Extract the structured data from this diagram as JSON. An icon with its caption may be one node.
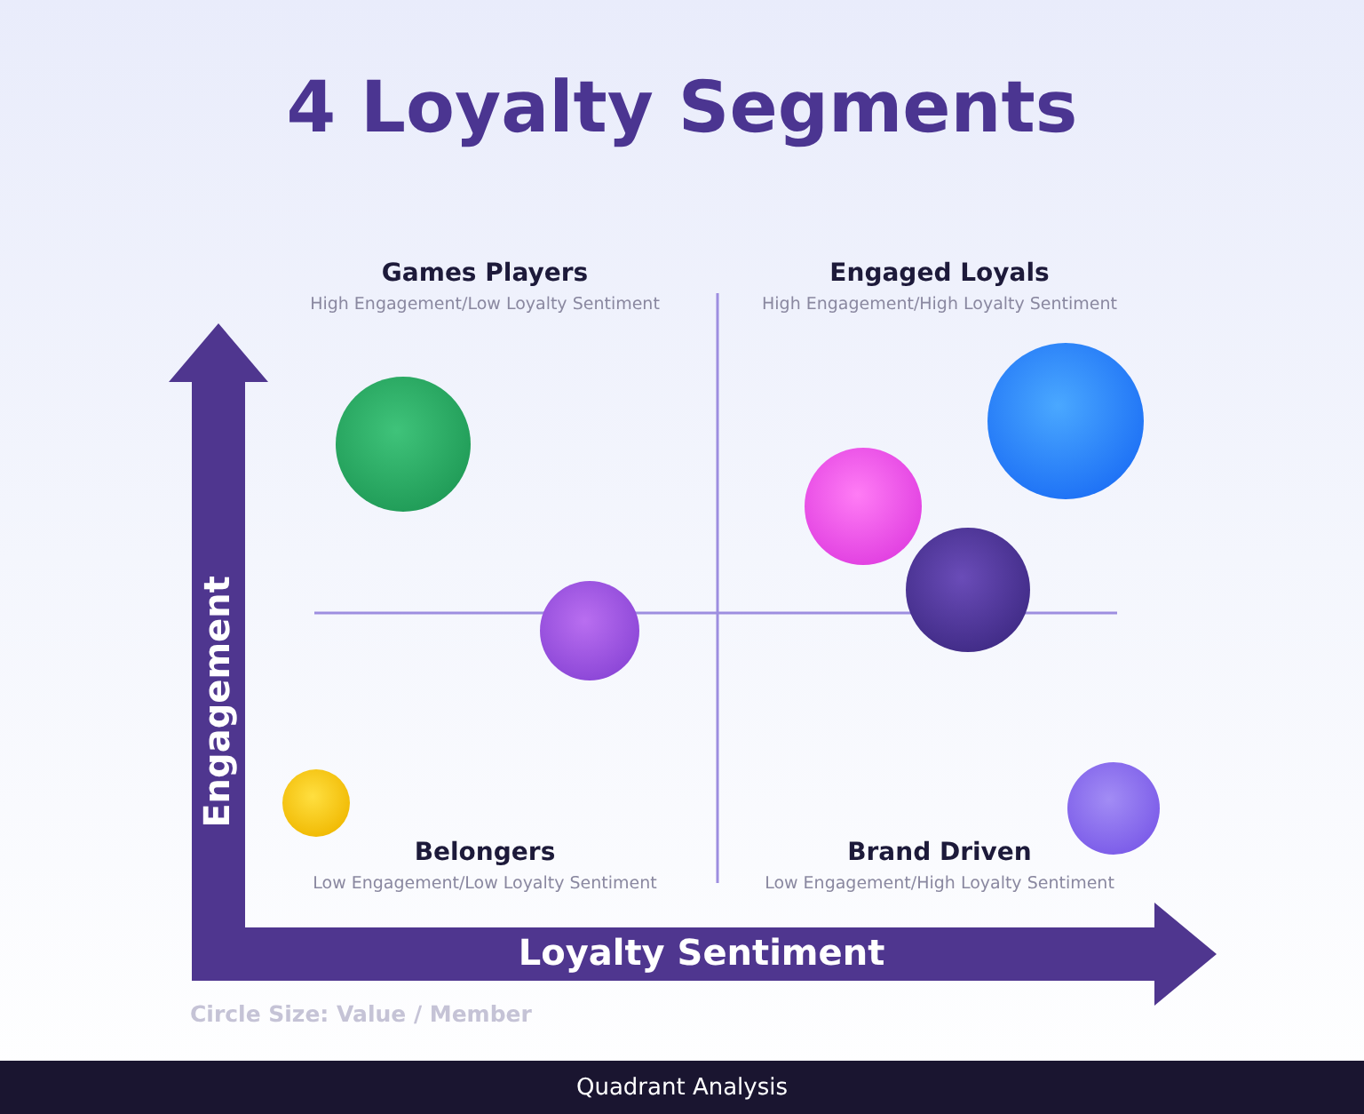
{
  "diagram": {
    "title": "4 Loyalty Segments",
    "labels": [
      "Games Players",
      "High Engagement/Low Loyalty Sentiment",
      "Engaged Loyals",
      "High Engagement/High Loyalty Sentiment",
      "Engagement",
      "Belongers",
      "Low Engagement/Low Loyalty Sentiment",
      "Brand Driven",
      "Low Engagement/High Loyalty Sentiment",
      "Loyalty Sentiment",
      "Circle Size: Value / Member"
    ],
    "nodes": [
      {
        "text": [],
        "shape": "circle"
      },
      {
        "text": [],
        "shape": "circle"
      },
      {
        "text": [],
        "shape": "circle"
      },
      {
        "text": [],
        "shape": "circle"
      },
      {
        "text": [],
        "shape": "circle"
      },
      {
        "text": [],
        "shape": "circle"
      },
      {
        "text": [],
        "shape": "circle"
      }
    ],
    "caption": "Quadrant Analysis"
  }
}
